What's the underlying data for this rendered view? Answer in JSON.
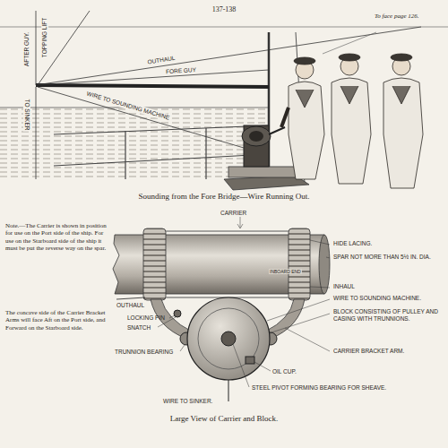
{
  "diagram": {
    "labels": [
      "137-138",
      "To face page 126.",
      "OUTHAUL",
      "FORE GUY",
      "WIRE TO SOUNDING MACHINE",
      "AFTER GUY.",
      "TOPPING LIFT",
      "TO SINKER",
      "Sounding from the Fore Bridge—Wire Running Out.",
      "CARRIER",
      "HIDE LACING.",
      "SPAR NOT MORE THAN 5½ IN. DIA.",
      "OUTHAUL",
      "INHAUL",
      "WIRE TO SOUNDING MACHINE.",
      "LOCKING PIN",
      "SNATCH",
      "BLOCK CONSISTING OF PULLEY AND CASING WITH TRUNNIONS.",
      "INBOARD END",
      "TRUNNION BEARING",
      "CARRIER BRACKET ARM.",
      "OIL CUP.",
      "WIRE TO SINKER.",
      "STEEL PIVOT FORMING BEARING FOR SHEAVE.",
      "Large View of Carrier and Block.",
      "Note.—The Carrier is shown in position for use on the Port side of the ship. For use on the Starboard side of the ship it must be put the reverse way on the spar.",
      "The concave side of the Carrier Bracket Arms will face Aft on the Port side, and Forward on the Starboard side."
    ]
  }
}
